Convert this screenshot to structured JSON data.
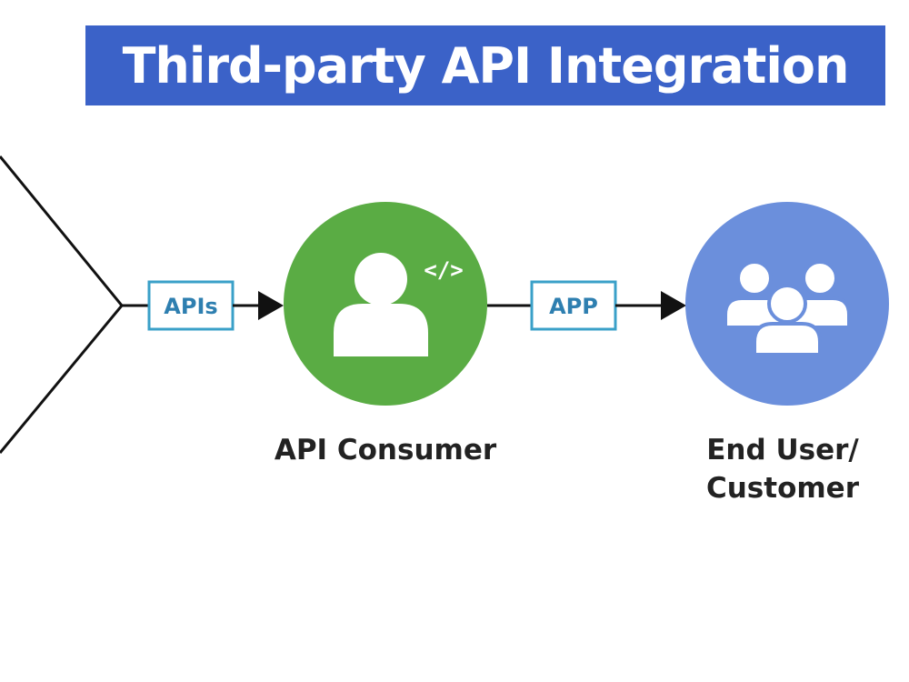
{
  "title": "Third-party API Integration",
  "colors": {
    "title_bg": "#3b62c8",
    "consumer_green": "#5aac44",
    "customer_blue": "#6b8fdc",
    "tag_border": "#3aa0c8",
    "tag_text": "#2e7fb0",
    "line": "#111111"
  },
  "edges": [
    {
      "tag": "APIs"
    },
    {
      "tag": "APP"
    }
  ],
  "nodes": {
    "consumer": {
      "label": "API Consumer",
      "badge": "</>",
      "icon": "user-icon"
    },
    "customer": {
      "label_line1": "End User/",
      "label_line2": "Customer",
      "icon": "user-group-icon"
    }
  }
}
